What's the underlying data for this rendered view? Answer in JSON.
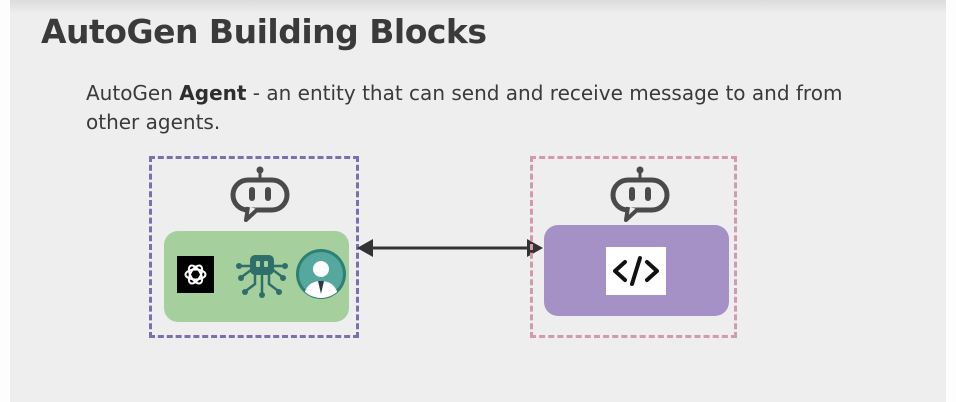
{
  "title": "AutoGen Building Blocks",
  "subtitle": {
    "prefix": "AutoGen ",
    "bold": "Agent",
    "suffix": " - an entity that can send and receive message to and from other agents."
  },
  "diagram": {
    "left_agent": {
      "border_color": "#7b6fad",
      "panel_color": "#a6cf9e",
      "header_icon": "robot-icon",
      "components": [
        "openai-logo-icon",
        "octopus-tool-icon",
        "human-user-icon"
      ]
    },
    "right_agent": {
      "border_color": "#d39aad",
      "panel_color": "#a591c5",
      "header_icon": "robot-icon",
      "components": [
        "code-icon"
      ]
    },
    "connector": "bidirectional-arrow"
  }
}
